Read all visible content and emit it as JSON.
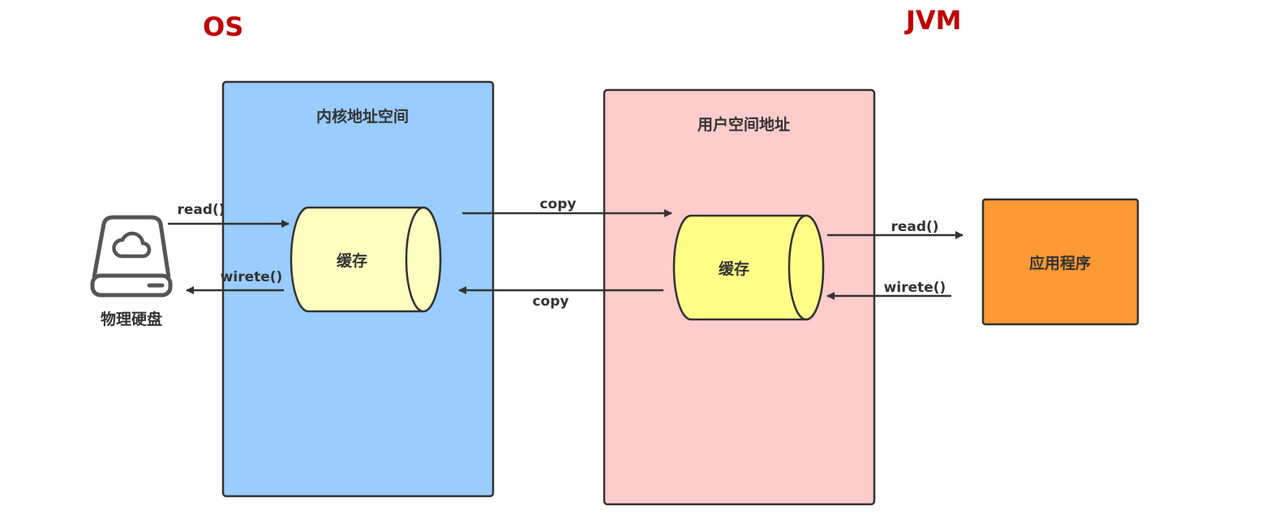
{
  "headings": {
    "os": "OS",
    "jvm": "JVM"
  },
  "kernel_space": {
    "label": "内核地址空间",
    "buffer_label": "缓存"
  },
  "user_space": {
    "label": "用户空间地址",
    "buffer_label": "缓存"
  },
  "disk": {
    "label": "物理硬盘",
    "icon": "hard-drive-cloud-icon"
  },
  "application": {
    "label": "应用程序"
  },
  "arrows": {
    "disk_read": "read()",
    "disk_write": "wirete()",
    "copy_to_user": "copy",
    "copy_to_kernel": "copy",
    "app_read": "read()",
    "app_write": "wirete()"
  },
  "colors": {
    "heading": "#c00000",
    "kernel_fill": "#99ccff",
    "user_fill": "#ffcccc",
    "buffer_kernel_fill": "#ffffc0",
    "buffer_user_fill": "#ffff88",
    "app_fill": "#ff9933",
    "stroke": "#333333"
  }
}
